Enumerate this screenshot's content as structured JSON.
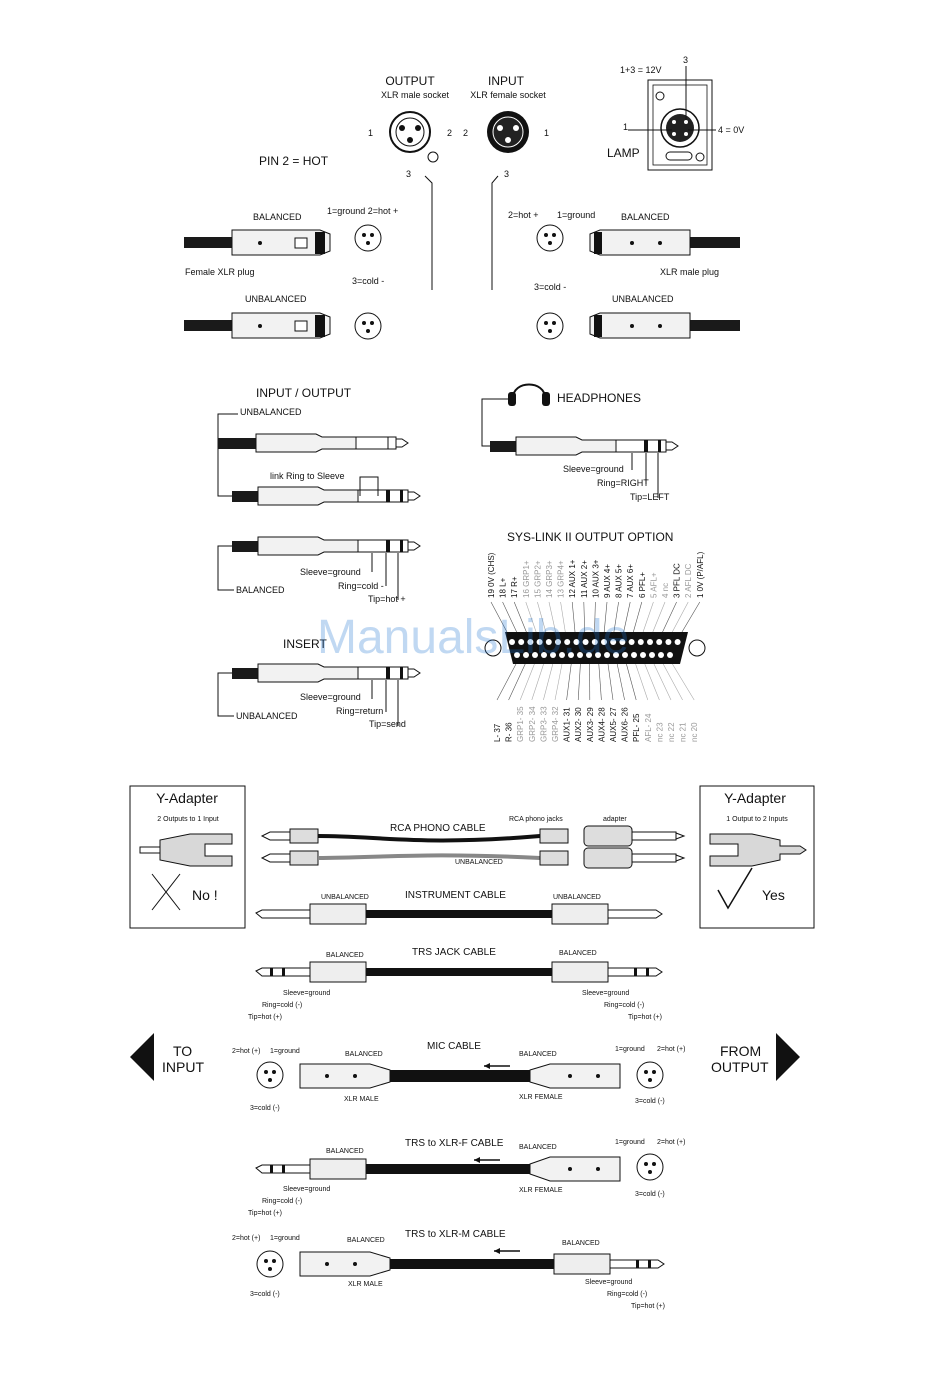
{
  "connectors": {
    "output_title": "OUTPUT",
    "output_sub": "XLR male socket",
    "input_title": "INPUT",
    "input_sub": "XLR female socket",
    "pin1": "1",
    "pin2": "2",
    "pin3": "3",
    "pin2_hot": "PIN 2 = HOT"
  },
  "lamp": {
    "label": "LAMP",
    "pin_1_3": "1+3 = 12V",
    "pin_4": "4 = 0V",
    "pin3": "3",
    "pin1": "1"
  },
  "xlr_plugs": {
    "balanced": "BALANCED",
    "unbalanced": "UNBALANCED",
    "female_plug": "Female XLR plug",
    "male_plug": "XLR male plug",
    "ground_hot": "1=ground 2=hot +",
    "hot": "2=hot +",
    "ground": "1=ground",
    "cold": "3=cold -"
  },
  "jacks": {
    "title": "INPUT / OUTPUT",
    "unbalanced": "UNBALANCED",
    "link_ring": "link Ring to Sleeve",
    "balanced": "BALANCED",
    "sleeve_ground": "Sleeve=ground",
    "ring_cold": "Ring=cold -",
    "tip_hot": "Tip=hot +",
    "insert": "INSERT",
    "ring_return": "Ring=return",
    "tip_send": "Tip=send"
  },
  "headphones": {
    "title": "HEADPHONES",
    "sleeve": "Sleeve=ground",
    "ring": "Ring=RIGHT",
    "tip": "Tip=LEFT"
  },
  "syslink": {
    "title": "SYS-LINK II OUTPUT OPTION",
    "top_pins": [
      {
        "label": "19  0V (CHS)",
        "dim": false
      },
      {
        "label": "18  L+",
        "dim": false
      },
      {
        "label": "17  R+",
        "dim": false
      },
      {
        "label": "16  GRP1+",
        "dim": true
      },
      {
        "label": "15  GRP2+",
        "dim": true
      },
      {
        "label": "14  GRP3+",
        "dim": true
      },
      {
        "label": "13  GRP4+",
        "dim": true
      },
      {
        "label": "12  AUX 1+",
        "dim": false
      },
      {
        "label": "11  AUX 2+",
        "dim": false
      },
      {
        "label": "10  AUX 3+",
        "dim": false
      },
      {
        "label": "9  AUX 4+",
        "dim": false
      },
      {
        "label": "8  AUX 5+",
        "dim": false
      },
      {
        "label": "7  AUX 6+",
        "dim": false
      },
      {
        "label": "6  PFL+",
        "dim": false
      },
      {
        "label": "5  AFL+",
        "dim": true
      },
      {
        "label": "4  nc",
        "dim": true
      },
      {
        "label": "3  PFL DC",
        "dim": false
      },
      {
        "label": "2  AFL DC",
        "dim": true
      },
      {
        "label": "1  0V (P/AFL)",
        "dim": false
      }
    ],
    "bottom_pins": [
      {
        "label": "L-  37",
        "dim": false
      },
      {
        "label": "R-  36",
        "dim": false
      },
      {
        "label": "GRP1-  35",
        "dim": true
      },
      {
        "label": "GRP2-  34",
        "dim": true
      },
      {
        "label": "GRP3-  33",
        "dim": true
      },
      {
        "label": "GRP4-  32",
        "dim": true
      },
      {
        "label": "AUX1-  31",
        "dim": false
      },
      {
        "label": "AUX2-  30",
        "dim": false
      },
      {
        "label": "AUX3-  29",
        "dim": false
      },
      {
        "label": "AUX4-  28",
        "dim": false
      },
      {
        "label": "AUX5-  27",
        "dim": false
      },
      {
        "label": "AUX6-  26",
        "dim": false
      },
      {
        "label": "PFL-  25",
        "dim": false
      },
      {
        "label": "AFL-  24",
        "dim": true
      },
      {
        "label": "nc  23",
        "dim": true
      },
      {
        "label": "nc  22",
        "dim": true
      },
      {
        "label": "nc  21",
        "dim": true
      },
      {
        "label": "nc  20",
        "dim": true
      }
    ]
  },
  "watermark": "ManualsLib.de",
  "yadapter_left": {
    "title": "Y-Adapter",
    "sub": "2 Outputs to 1 Input",
    "verdict": "No !"
  },
  "yadapter_right": {
    "title": "Y-Adapter",
    "sub": "1 Output to 2 Inputs",
    "verdict": "Yes"
  },
  "rca": {
    "title": "RCA PHONO CABLE",
    "jacks": "RCA phono jacks",
    "adapter": "adapter",
    "unbalanced": "UNBALANCED"
  },
  "instrument": {
    "title": "INSTRUMENT CABLE",
    "unbalanced_l": "UNBALANCED",
    "unbalanced_r": "UNBALANCED"
  },
  "trs": {
    "title": "TRS JACK CABLE",
    "balanced": "BALANCED",
    "sleeve": "Sleeve=ground",
    "ring": "Ring=cold (-)",
    "tip": "Tip=hot (+)"
  },
  "mic": {
    "title": "MIC CABLE",
    "balanced": "BALANCED",
    "xlr_male": "XLR MALE",
    "xlr_female": "XLR FEMALE",
    "hot": "2=hot (+)",
    "ground": "1=ground",
    "cold": "3=cold (-)",
    "to_input_1": "TO",
    "to_input_2": "INPUT",
    "from_output_1": "FROM",
    "from_output_2": "OUTPUT"
  },
  "trs_xlrf": {
    "title": "TRS to XLR-F CABLE",
    "balanced": "BALANCED",
    "xlr_female": "XLR FEMALE"
  },
  "trs_xlrm": {
    "title": "TRS to XLR-M CABLE",
    "balanced": "BALANCED",
    "xlr_male": "XLR MALE"
  }
}
